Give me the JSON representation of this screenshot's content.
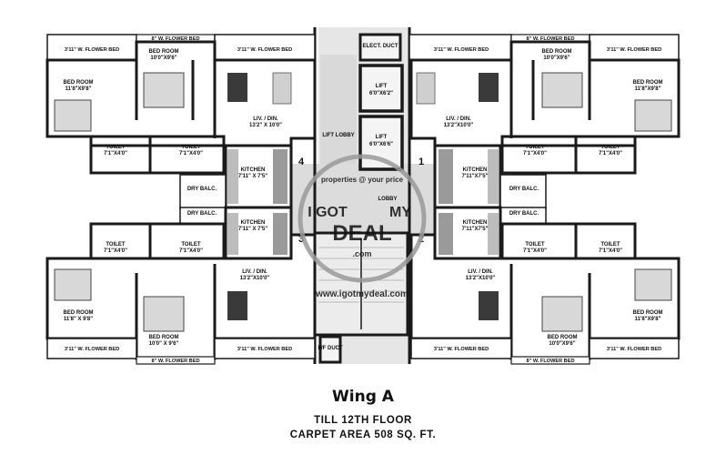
{
  "title": "Wing A",
  "subtitle_floor": "TILL 12TH FLOOR",
  "subtitle_area": "CARPET AREA 508 SQ. FT.",
  "core": {
    "elect_duct": "ELECT. DUCT",
    "lift": "LIFT",
    "lift1_size": "6'0\"X6'2\"",
    "lift2_size": "6'0\"X6'6\"",
    "lift_lobby": "LIFT LOBBY",
    "lobby": "LOBBY",
    "ff_duct": "F/F DUCT"
  },
  "flat_numbers": [
    "1",
    "2",
    "3",
    "4"
  ],
  "rooms": {
    "flower_bed_wide": "3'11\" W. FLOWER BED",
    "flower_bed_narrow": "8\" W. FLOWER BED",
    "bed_room": "BED ROOM",
    "bed_big_tl": "11'8\"X9'8\"",
    "bed_big_tr": "11'8\"X9'8\"",
    "bed_big_bl": "11'8\" X 9'8\"",
    "bed_big_br": "11'8\"X9'8\"",
    "bed_small_top": "10'0\"X9'6\"",
    "bed_small_bl": "10'0\" X 9'6\"",
    "bed_small_br": "10'0\"X9'6\"",
    "liv_din": "LIV. / DIN.",
    "liv_tl": "13'2\" X 10'0\"",
    "liv_other": "13'2\"X10'0\"",
    "toilet": "TOILET",
    "toilet_size": "7'1\"X4'0\"",
    "kitchen": "KITCHEN",
    "kitchen_left": "7'11\" X 7'5\"",
    "kitchen_right": "7'11\"X7'5\"",
    "dry_balc": "DRY BALC."
  },
  "watermark": {
    "line1": "properties @ your price",
    "line2": "I GOT",
    "line3": "MY",
    "line4": "DEAL",
    "line5": ".com",
    "url": "www.igotmydeal.com"
  },
  "colors": {
    "wall": "#1a1a1a",
    "floor": "#ffffff",
    "flower_bed": "#ffffff",
    "core_floor": "#e6e6e6",
    "watermark": "#9a9a9a"
  }
}
